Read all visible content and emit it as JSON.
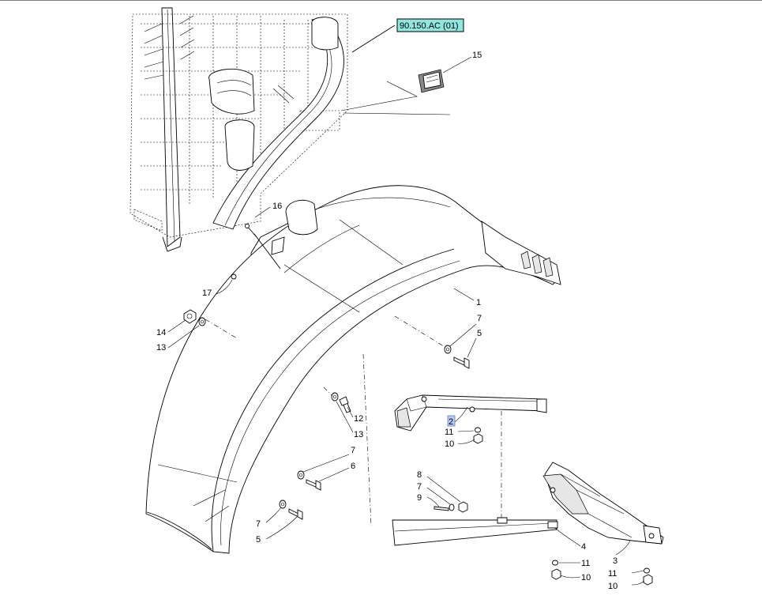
{
  "reference": {
    "label": "90.150.AC (01)",
    "highlight_color": "#8fe6df",
    "border_color": "#000000"
  },
  "callouts": [
    {
      "id": "c15",
      "label": "15"
    },
    {
      "id": "c16",
      "label": "16"
    },
    {
      "id": "c17",
      "label": "17"
    },
    {
      "id": "c1",
      "label": "1"
    },
    {
      "id": "c14",
      "label": "14"
    },
    {
      "id": "c13a",
      "label": "13"
    },
    {
      "id": "c7a",
      "label": "7"
    },
    {
      "id": "c5a",
      "label": "5"
    },
    {
      "id": "c12",
      "label": "12"
    },
    {
      "id": "c13b",
      "label": "13"
    },
    {
      "id": "c2",
      "label": "2"
    },
    {
      "id": "c11a",
      "label": "11"
    },
    {
      "id": "c10a",
      "label": "10"
    },
    {
      "id": "c7b",
      "label": "7"
    },
    {
      "id": "c6",
      "label": "6"
    },
    {
      "id": "c8",
      "label": "8"
    },
    {
      "id": "c7c",
      "label": "7"
    },
    {
      "id": "c9",
      "label": "9"
    },
    {
      "id": "c7d",
      "label": "7"
    },
    {
      "id": "c5b",
      "label": "5"
    },
    {
      "id": "c4",
      "label": "4"
    },
    {
      "id": "c11b",
      "label": "11"
    },
    {
      "id": "c10b",
      "label": "10"
    },
    {
      "id": "c3",
      "label": "3"
    },
    {
      "id": "c11c",
      "label": "11"
    },
    {
      "id": "c10c",
      "label": "10"
    }
  ],
  "selected_callout": {
    "label": "2",
    "highlight_color": "#b9c9f2"
  }
}
